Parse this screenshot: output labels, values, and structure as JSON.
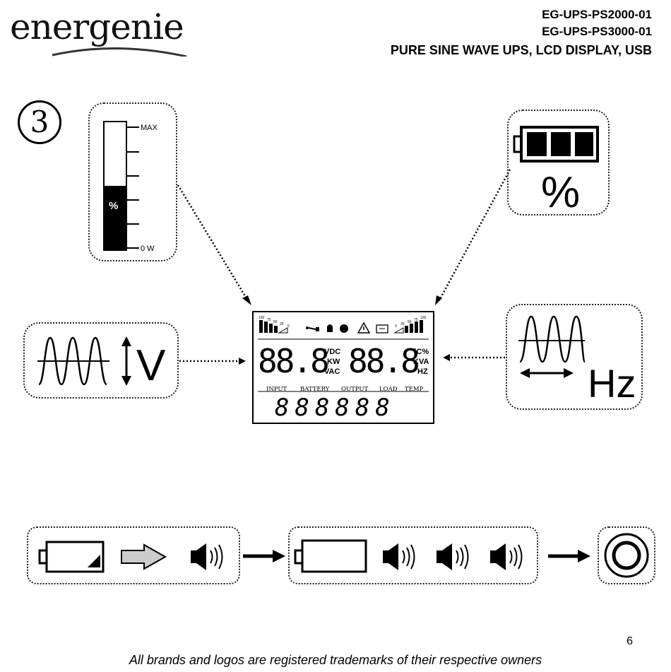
{
  "header": {
    "logo_text": "energenie",
    "model_1": "EG-UPS-PS2000-01",
    "model_2": "EG-UPS-PS3000-01",
    "product_line": "PURE SINE WAVE UPS,  LCD DISPLAY, USB"
  },
  "step_number": "3",
  "load_meter": {
    "max_label": "MAX",
    "min_label": "0 W",
    "percent_label": "%",
    "fill_fraction": 0.5
  },
  "battery_panel": {
    "percent_label": "%"
  },
  "voltage_panel": {
    "unit_label": "V"
  },
  "frequency_panel": {
    "unit_label": "Hz"
  },
  "lcd": {
    "digits_left": "88.8",
    "digits_right": "88.8",
    "units_left": [
      "VDC",
      "KW",
      "VAC"
    ],
    "units_right": [
      "°C%",
      "KVA",
      "HZ"
    ],
    "labels": [
      "INPUT",
      "BATTERY",
      "OUTPUT",
      "LOAD",
      "TEMP"
    ],
    "bottom_digits": "888888",
    "load_scale": [
      "100",
      "75",
      "50",
      "25",
      "0"
    ],
    "battery_scale": [
      "0",
      "25",
      "50",
      "75",
      "100"
    ]
  },
  "sequence": {
    "icons": [
      "low-battery-icon",
      "arrow-right-icon",
      "speaker-icon",
      "empty-battery-icon",
      "speaker-icon",
      "power-off-icon"
    ]
  },
  "footer": {
    "page_number": "6",
    "trademark_note": "All brands and logos are registered trademarks of their respective owners"
  }
}
